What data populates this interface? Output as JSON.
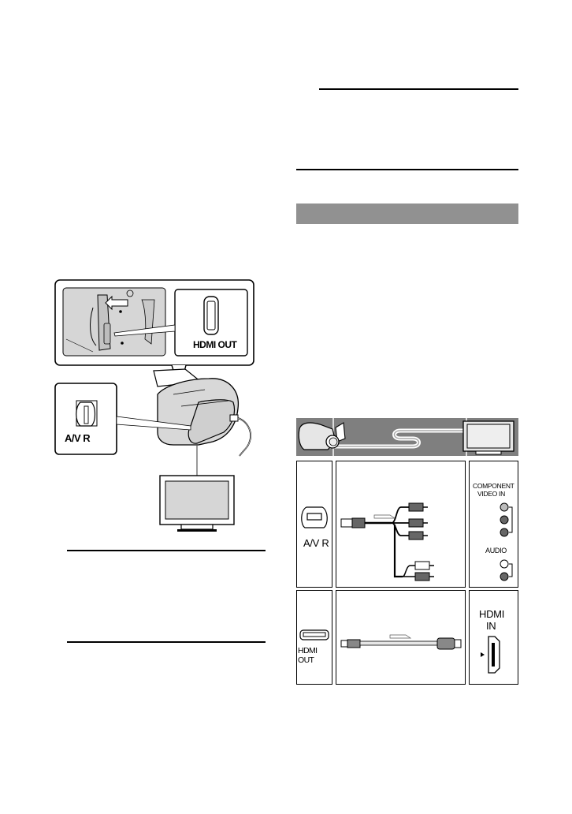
{
  "left_figure": {
    "callout_hdmi_label": "HDMI OUT",
    "callout_av_label": "A/V R"
  },
  "right_column": {
    "section_header": ""
  },
  "connection_table": {
    "rows": [
      {
        "camcorder_jack": "A/V R",
        "tv_jack_labels": [
          "COMPONENT",
          "VIDEO IN",
          "AUDIO"
        ]
      },
      {
        "camcorder_jack": "HDMI OUT",
        "tv_jack_labels": [
          "HDMI",
          "IN"
        ]
      }
    ]
  },
  "colors": {
    "section_bar": "#919191",
    "illustration_fill": "#d8d8d8",
    "header_band": "#7f7f7f"
  }
}
